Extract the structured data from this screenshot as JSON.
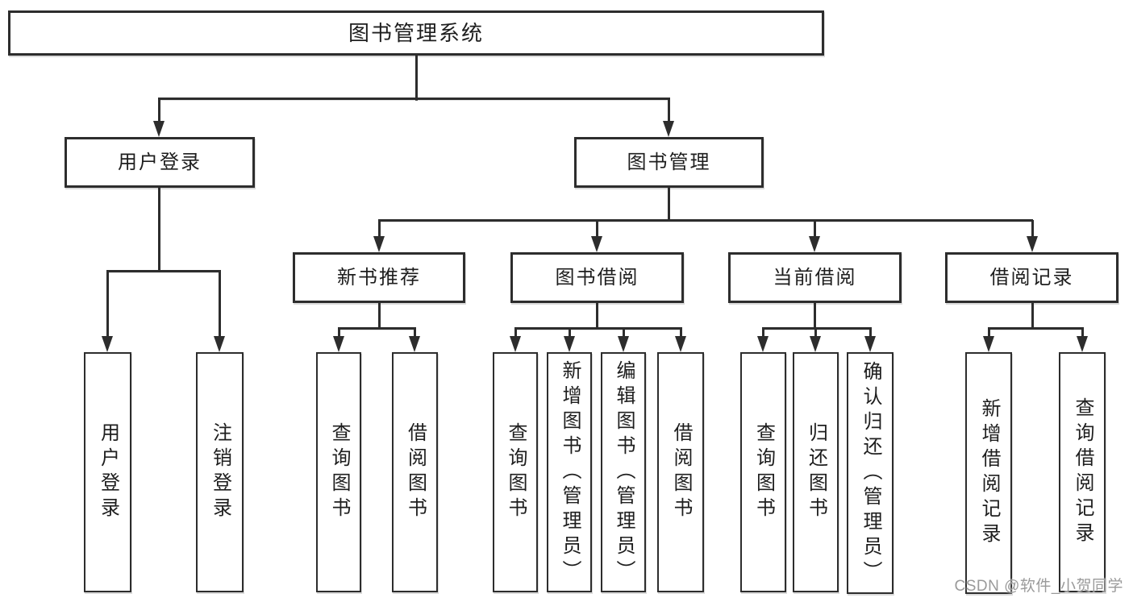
{
  "diagram": {
    "root": {
      "label": "图书管理系统"
    },
    "user_branch": {
      "label": "用户登录",
      "children": [
        {
          "label": "用户登录"
        },
        {
          "label": "注销登录"
        }
      ]
    },
    "book_branch": {
      "label": "图书管理",
      "groups": [
        {
          "label": "新书推荐",
          "children": [
            {
              "label": "查询图书"
            },
            {
              "label": "借阅图书"
            }
          ]
        },
        {
          "label": "图书借阅",
          "children": [
            {
              "label": "查询图书"
            },
            {
              "label": "新增图书（管理员）"
            },
            {
              "label": "编辑图书（管理员）"
            },
            {
              "label": "借阅图书"
            }
          ]
        },
        {
          "label": "当前借阅",
          "children": [
            {
              "label": "查询图书"
            },
            {
              "label": "归还图书"
            },
            {
              "label": "确认归还（管理员）"
            }
          ]
        },
        {
          "label": "借阅记录",
          "children": [
            {
              "label": "新增借阅记录"
            },
            {
              "label": "查询借阅记录"
            }
          ]
        }
      ]
    },
    "watermark": "CSDN @软件_小贺同学",
    "colors": {
      "line": "#2d2d2d",
      "text": "#1e1e1e",
      "background": "#ffffff",
      "watermark": "#9a9a9a"
    }
  }
}
